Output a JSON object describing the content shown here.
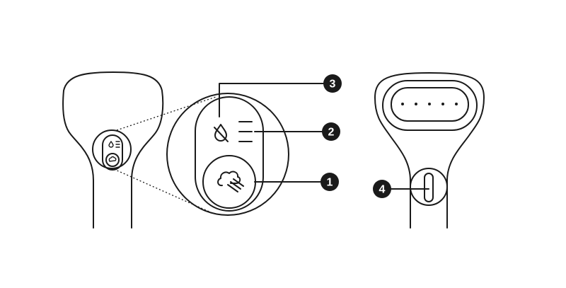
{
  "callouts": [
    {
      "number": "1",
      "target": "steam-button"
    },
    {
      "number": "2",
      "target": "steam-level-indicator"
    },
    {
      "number": "3",
      "target": "anti-drip-indicator"
    },
    {
      "number": "4",
      "target": "power-switch"
    }
  ],
  "colors": {
    "stroke": "#1a1a1a",
    "badge": "#1a1a1a",
    "badge_text": "#ffffff",
    "background": "#ffffff"
  },
  "icons": [
    "water-drop-off-icon",
    "steam-icon"
  ]
}
